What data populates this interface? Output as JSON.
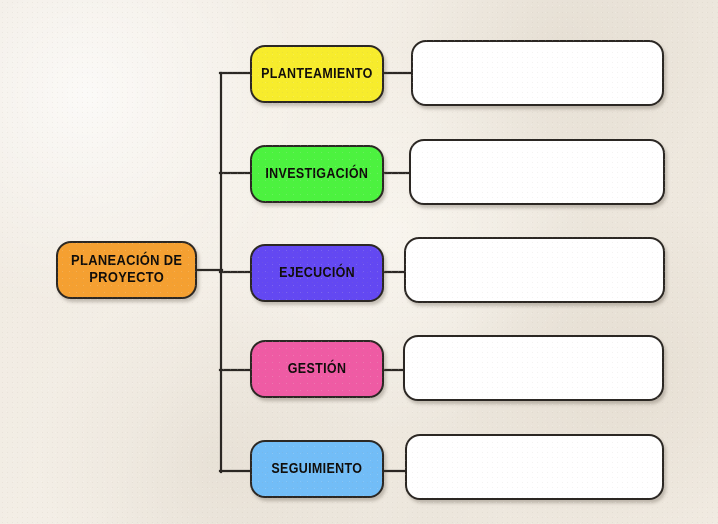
{
  "diagram": {
    "title": "PLANEACIÓN DE PROYECTO",
    "type": "tree-mind-map",
    "background_color": "#f1ece3",
    "stroke_color": "#2b2723",
    "root": {
      "label": "PLANEACIÓN DE\nPROYECTO",
      "color": "#f5a031"
    },
    "branches": [
      {
        "label": "PLANTEAMIENTO",
        "color": "#f7ec2c",
        "detail": ""
      },
      {
        "label": "INVESTIGACIÓN",
        "color": "#4cf23f",
        "detail": ""
      },
      {
        "label": "EJECUCIÓN",
        "color": "#6348f2",
        "detail": ""
      },
      {
        "label": "GESTIÓN",
        "color": "#ef5ba4",
        "detail": ""
      },
      {
        "label": "SEGUIMIENTO",
        "color": "#72bdf7",
        "detail": ""
      }
    ]
  }
}
